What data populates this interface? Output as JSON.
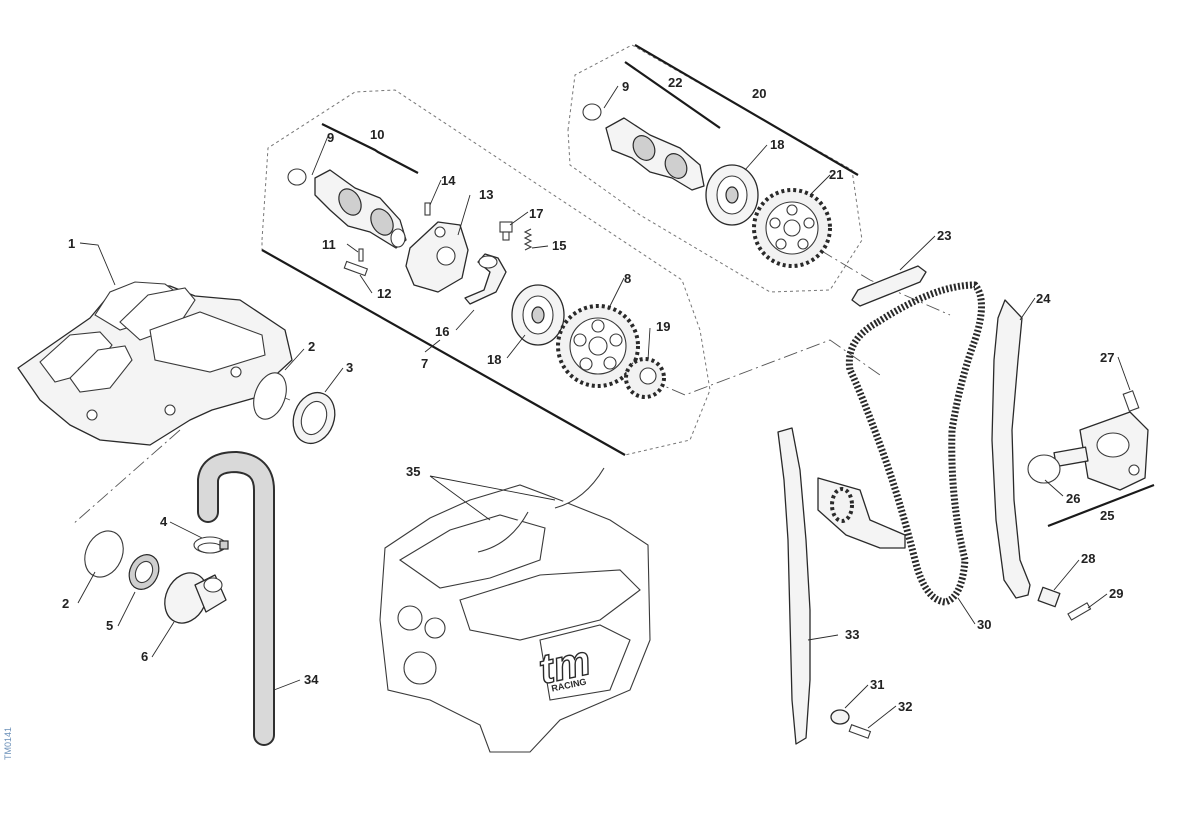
{
  "figure_code": "TM0141",
  "logo": {
    "brand": "tm",
    "sub": "RACING"
  },
  "callouts": [
    "1",
    "2",
    "3",
    "4",
    "5",
    "6",
    "7",
    "8",
    "9",
    "10",
    "11",
    "12",
    "13",
    "14",
    "15",
    "16",
    "17",
    "18",
    "19",
    "20",
    "21",
    "22",
    "23",
    "24",
    "25",
    "26",
    "27",
    "28",
    "29",
    "30",
    "31",
    "32",
    "33",
    "34",
    "35"
  ]
}
